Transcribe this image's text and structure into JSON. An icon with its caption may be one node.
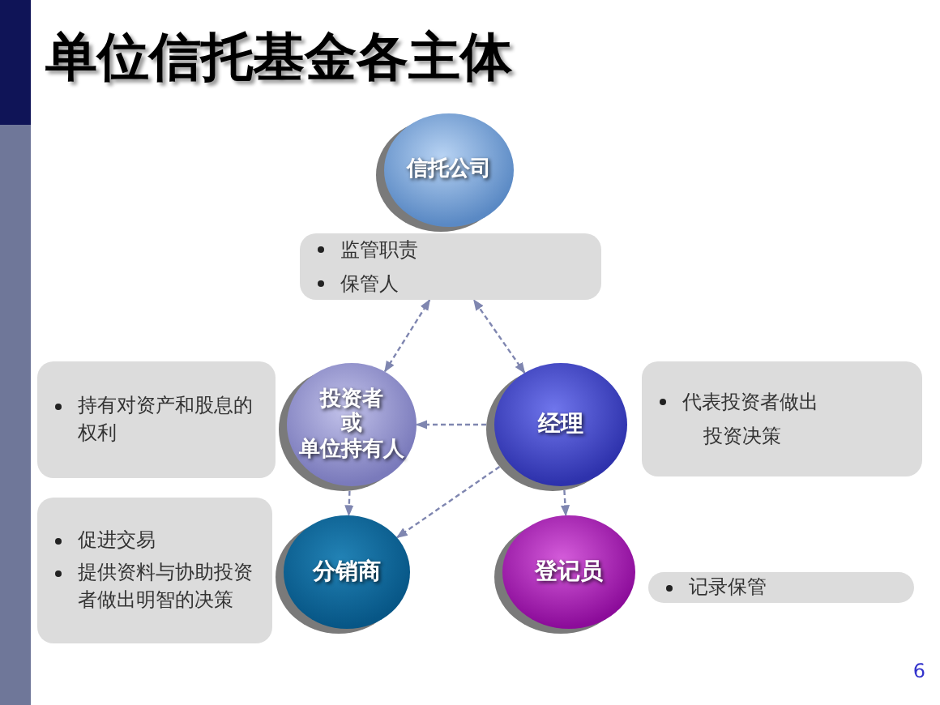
{
  "diagram": {
    "title": "单位信托基金各主体",
    "nodes": [
      {
        "text": [],
        "shape": "bar"
      },
      {
        "text": [
          "信托公司"
        ]
      },
      {
        "text": [
          "监管职责",
          "保管人"
        ]
      },
      {
        "text": [
          "持有对资产和股息的权利"
        ]
      },
      {
        "text": [
          "投资者",
          "或",
          "单位持有人"
        ]
      },
      {
        "text": [
          "经理"
        ]
      },
      {
        "text": [
          "代表投资者做出投资决策"
        ]
      },
      {
        "text": [
          "促进交易",
          "提供资料与协助投资者做出明智的决策"
        ]
      },
      {
        "text": [
          "分销商"
        ]
      },
      {
        "text": [
          "登记员"
        ]
      },
      {
        "text": [
          "记录保管"
        ]
      }
    ],
    "edges": [
      {
        "from": 4,
        "to": 2,
        "arrow": "both",
        "style": "dashed"
      },
      {
        "from": 5,
        "to": 2,
        "arrow": "both",
        "style": "dashed"
      },
      {
        "from": 5,
        "to": 4,
        "arrow": "to",
        "style": "dashed"
      },
      {
        "from": 4,
        "to": 8,
        "arrow": "to",
        "style": "dashed"
      },
      {
        "from": 5,
        "to": 8,
        "arrow": "to",
        "style": "dashed"
      },
      {
        "from": 5,
        "to": 9,
        "arrow": "to",
        "style": "dashed"
      }
    ],
    "labels": [
      "6"
    ]
  }
}
